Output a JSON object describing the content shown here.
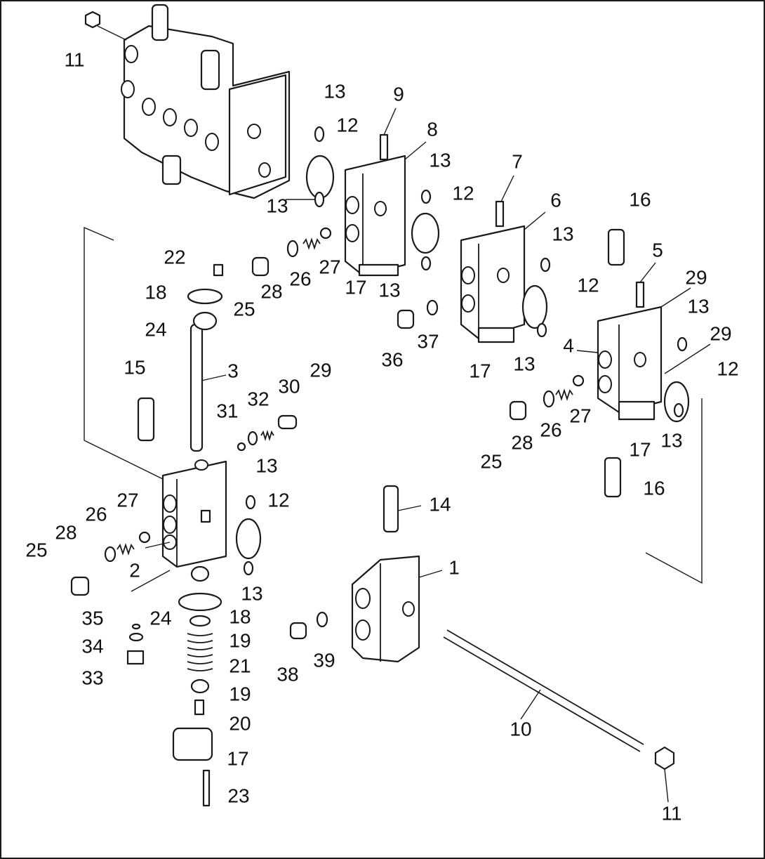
{
  "colors": {
    "ink": "#1a1a1a",
    "paper": "#ffffff"
  },
  "callouts": [
    {
      "id": "c1",
      "text": "1"
    },
    {
      "id": "c2",
      "text": "2"
    },
    {
      "id": "c3",
      "text": "3"
    },
    {
      "id": "c4",
      "text": "4"
    },
    {
      "id": "c5",
      "text": "5"
    },
    {
      "id": "c6",
      "text": "6"
    },
    {
      "id": "c7",
      "text": "7"
    },
    {
      "id": "c8",
      "text": "8"
    },
    {
      "id": "c9",
      "text": "9"
    },
    {
      "id": "c10",
      "text": "10"
    },
    {
      "id": "c11a",
      "text": "11"
    },
    {
      "id": "c11b",
      "text": "11"
    },
    {
      "id": "c12a",
      "text": "12"
    },
    {
      "id": "c12b",
      "text": "12"
    },
    {
      "id": "c12c",
      "text": "12"
    },
    {
      "id": "c12d",
      "text": "12"
    },
    {
      "id": "c12e",
      "text": "12"
    },
    {
      "id": "c13a",
      "text": "13"
    },
    {
      "id": "c13b",
      "text": "13"
    },
    {
      "id": "c13c",
      "text": "13"
    },
    {
      "id": "c13d",
      "text": "13"
    },
    {
      "id": "c13e",
      "text": "13"
    },
    {
      "id": "c13f",
      "text": "13"
    },
    {
      "id": "c13g",
      "text": "13"
    },
    {
      "id": "c13h",
      "text": "13"
    },
    {
      "id": "c13i",
      "text": "13"
    },
    {
      "id": "c13j",
      "text": "13"
    },
    {
      "id": "c14",
      "text": "14"
    },
    {
      "id": "c15",
      "text": "15"
    },
    {
      "id": "c16a",
      "text": "16"
    },
    {
      "id": "c16b",
      "text": "16"
    },
    {
      "id": "c17a",
      "text": "17"
    },
    {
      "id": "c17b",
      "text": "17"
    },
    {
      "id": "c17c",
      "text": "17"
    },
    {
      "id": "c17d",
      "text": "17"
    },
    {
      "id": "c18a",
      "text": "18"
    },
    {
      "id": "c18b",
      "text": "18"
    },
    {
      "id": "c19a",
      "text": "19"
    },
    {
      "id": "c19b",
      "text": "19"
    },
    {
      "id": "c20",
      "text": "20"
    },
    {
      "id": "c21",
      "text": "21"
    },
    {
      "id": "c22",
      "text": "22"
    },
    {
      "id": "c23",
      "text": "23"
    },
    {
      "id": "c24a",
      "text": "24"
    },
    {
      "id": "c24b",
      "text": "24"
    },
    {
      "id": "c25a",
      "text": "25"
    },
    {
      "id": "c25b",
      "text": "25"
    },
    {
      "id": "c25c",
      "text": "25"
    },
    {
      "id": "c26a",
      "text": "26"
    },
    {
      "id": "c26b",
      "text": "26"
    },
    {
      "id": "c26c",
      "text": "26"
    },
    {
      "id": "c27a",
      "text": "27"
    },
    {
      "id": "c27b",
      "text": "27"
    },
    {
      "id": "c27c",
      "text": "27"
    },
    {
      "id": "c28a",
      "text": "28"
    },
    {
      "id": "c28b",
      "text": "28"
    },
    {
      "id": "c28c",
      "text": "28"
    },
    {
      "id": "c29a",
      "text": "29"
    },
    {
      "id": "c29b",
      "text": "29"
    },
    {
      "id": "c29c",
      "text": "29"
    },
    {
      "id": "c30",
      "text": "30"
    },
    {
      "id": "c31",
      "text": "31"
    },
    {
      "id": "c32",
      "text": "32"
    },
    {
      "id": "c33",
      "text": "33"
    },
    {
      "id": "c34",
      "text": "34"
    },
    {
      "id": "c35",
      "text": "35"
    },
    {
      "id": "c36",
      "text": "36"
    },
    {
      "id": "c37",
      "text": "37"
    },
    {
      "id": "c38",
      "text": "38"
    },
    {
      "id": "c39",
      "text": "39"
    }
  ]
}
